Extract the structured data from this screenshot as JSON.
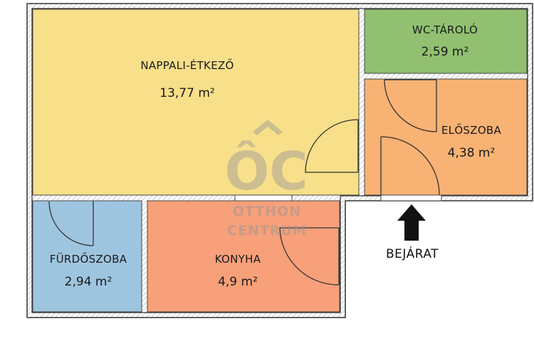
{
  "rooms": {
    "living": {
      "name": "NAPPALI-ÉTKEZŐ",
      "area": "13,77 m²",
      "color": "#f8df8a"
    },
    "wc": {
      "name": "WC-TÁROLÓ",
      "area": "2,59 m²",
      "color": "#90c070"
    },
    "hall": {
      "name": "ELŐSZOBA",
      "area": "4,38 m²",
      "color": "#f8b274"
    },
    "bathroom": {
      "name": "FÜRDŐSZOBA",
      "area": "2,94 m²",
      "color": "#9ec5e0"
    },
    "kitchen": {
      "name": "KONYHA",
      "area": "4,9 m²",
      "color": "#f7a07a"
    }
  },
  "entrance": {
    "label": "BEJÁRAT",
    "icon": "arrow-up-icon"
  },
  "watermark": {
    "logo": "ÔC",
    "line1": "OTTHON",
    "line2": "CENTRUM"
  },
  "colors": {
    "wall": "#3a3a3a",
    "hatch": "#cfcfcf"
  }
}
